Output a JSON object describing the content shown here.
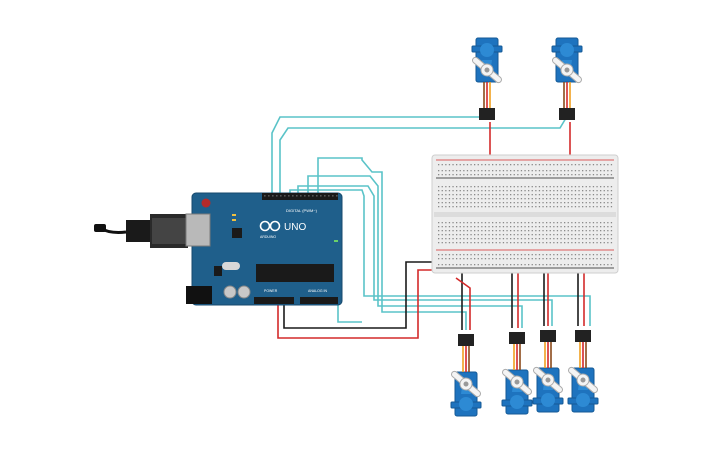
{
  "arduino": {
    "brand_name": "UNO",
    "maker_label": "ARDUINO",
    "digital_label": "DIGITAL (PWM~)",
    "power_label": "POWER",
    "analog_label": "ANALOG IN",
    "board_color": "#1f5f8b",
    "header_color": "#1a1a1a"
  },
  "breadboard": {
    "rail_positive_color": "#d42a2a",
    "rail_negative_color": "#1a1a1a"
  },
  "servos": {
    "top": [
      "servo-top-1",
      "servo-top-2"
    ],
    "bottom": [
      "servo-bottom-1",
      "servo-bottom-2",
      "servo-bottom-3",
      "servo-bottom-4"
    ],
    "body_color": "#1e73be"
  },
  "wires": {
    "signal_color": "#5ac3c8",
    "power_color": "#d42a2a",
    "ground_color": "#1a1a1a"
  }
}
